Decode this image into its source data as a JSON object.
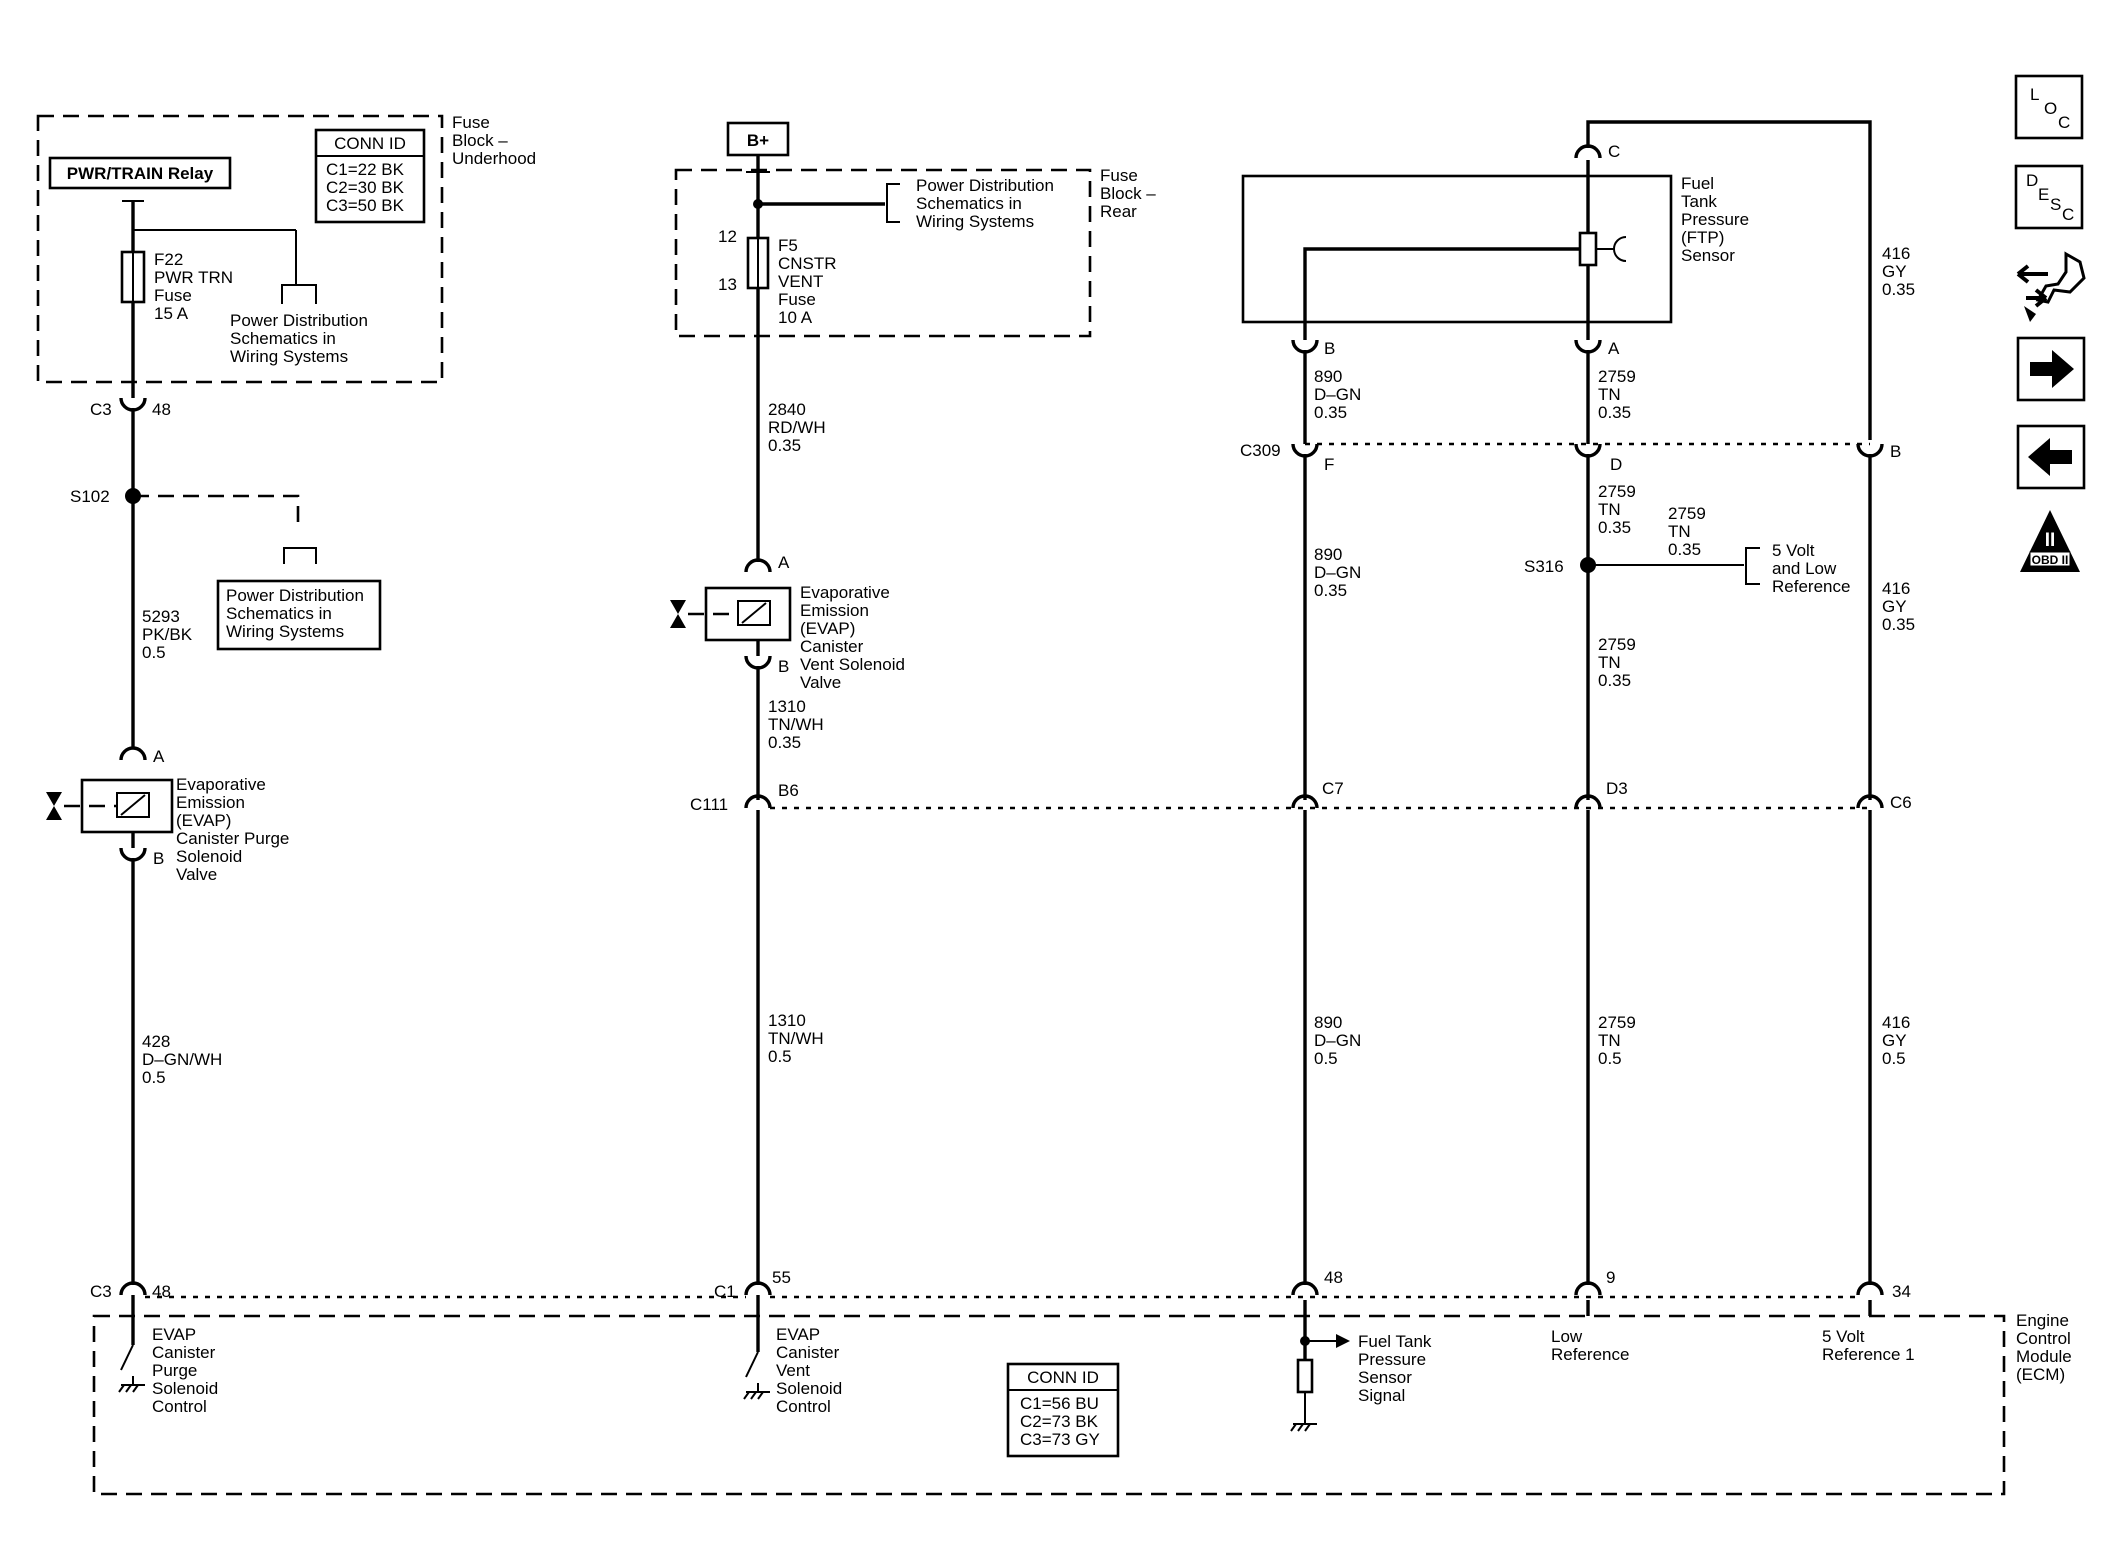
{
  "fuse_block_underhood": {
    "title": [
      "Fuse",
      "Block –",
      "Underhood"
    ],
    "relay": "PWR/TRAIN Relay",
    "conn_id": {
      "header": "CONN ID",
      "rows": [
        "C1=22 BK",
        "C2=30 BK",
        "C3=50 BK"
      ]
    },
    "fuse": [
      "F22",
      "PWR TRN",
      "Fuse",
      "15 A"
    ],
    "power_ref": [
      "Power Distribution",
      "Schematics in",
      "Wiring Systems"
    ]
  },
  "fuse_block_rear": {
    "title": [
      "Fuse",
      "Block –",
      "Rear"
    ],
    "battery": "B+",
    "pins": {
      "top": "12",
      "bottom": "13"
    },
    "fuse": [
      "F5",
      "CNSTR",
      "VENT",
      "Fuse",
      "10 A"
    ],
    "power_ref": [
      "Power Distribution",
      "Schematics in",
      "Wiring Systems"
    ]
  },
  "col1": {
    "c3_top": {
      "connector": "C3",
      "pin": "48"
    },
    "splice": "S102",
    "power_ref": [
      "Power Distribution",
      "Schematics in",
      "Wiring Systems"
    ],
    "wire_a": [
      "5293",
      "PK/BK",
      "0.5"
    ],
    "valve_pins": {
      "a": "A",
      "b": "B"
    },
    "valve_label": [
      "Evaporative",
      "Emission",
      "(EVAP)",
      "Canister Purge",
      "Solenoid",
      "Valve"
    ],
    "wire_b": [
      "428",
      "D–GN/WH",
      "0.5"
    ],
    "c3_bottom": {
      "connector": "C3",
      "pin": "48"
    },
    "ecm_label": [
      "EVAP",
      "Canister",
      "Purge",
      "Solenoid",
      "Control"
    ]
  },
  "col2": {
    "wire_a": [
      "2840",
      "RD/WH",
      "0.35"
    ],
    "valve_pins": {
      "a": "A",
      "b": "B"
    },
    "valve_label": [
      "Evaporative",
      "Emission",
      "(EVAP)",
      "Canister",
      "Vent Solenoid",
      "Valve"
    ],
    "wire_b": [
      "1310",
      "TN/WH",
      "0.35"
    ],
    "c111": {
      "connector": "C111",
      "pin": "B6"
    },
    "wire_c": [
      "1310",
      "TN/WH",
      "0.5"
    ],
    "c1": {
      "connector": "C1",
      "pin": "55"
    },
    "ecm_label": [
      "EVAP",
      "Canister",
      "Vent",
      "Solenoid",
      "Control"
    ]
  },
  "ftp_sensor": {
    "label": [
      "Fuel",
      "Tank",
      "Pressure",
      "(FTP)",
      "Sensor"
    ],
    "pins": {
      "b": "B",
      "a": "A",
      "c": "C"
    }
  },
  "col3": {
    "wire_a": [
      "890",
      "D–GN",
      "0.35"
    ],
    "c309": {
      "connector": "C309",
      "pin": "F"
    },
    "wire_b": [
      "890",
      "D–GN",
      "0.35"
    ],
    "c111_pin": "C7",
    "wire_c": [
      "890",
      "D–GN",
      "0.5"
    ],
    "ecm_pin": "48",
    "ecm_label": [
      "Fuel Tank",
      "Pressure",
      "Sensor",
      "Signal"
    ]
  },
  "col4": {
    "wire_a": [
      "2759",
      "TN",
      "0.35"
    ],
    "c309_pin": "D",
    "wire_b": [
      "2759",
      "TN",
      "0.35"
    ],
    "splice": "S316",
    "branch_wire": [
      "2759",
      "TN",
      "0.35"
    ],
    "branch_ref": [
      "5 Volt",
      "and Low",
      "Reference"
    ],
    "wire_c": [
      "2759",
      "TN",
      "0.35"
    ],
    "c111_pin": "D3",
    "wire_d": [
      "2759",
      "TN",
      "0.5"
    ],
    "ecm_pin": "9",
    "ecm_label": [
      "Low",
      "Reference"
    ]
  },
  "col5": {
    "wire_a": [
      "416",
      "GY",
      "0.35"
    ],
    "c309_pin": "B",
    "wire_b": [
      "416",
      "GY",
      "0.35"
    ],
    "c111_pin": "C6",
    "wire_c": [
      "416",
      "GY",
      "0.5"
    ],
    "ecm_pin": "34",
    "ecm_label": [
      "5 Volt",
      "Reference 1"
    ]
  },
  "ecm": {
    "label": [
      "Engine",
      "Control",
      "Module",
      "(ECM)"
    ],
    "conn_id": {
      "header": "CONN ID",
      "rows": [
        "C1=56 BU",
        "C2=73 BK",
        "C3=73 GY"
      ]
    }
  },
  "nav": {
    "loc": [
      "L",
      "O",
      "C"
    ],
    "desc": [
      "D",
      "E",
      "S",
      "C"
    ],
    "obd": {
      "numeral": "II",
      "label": "OBD II"
    }
  }
}
